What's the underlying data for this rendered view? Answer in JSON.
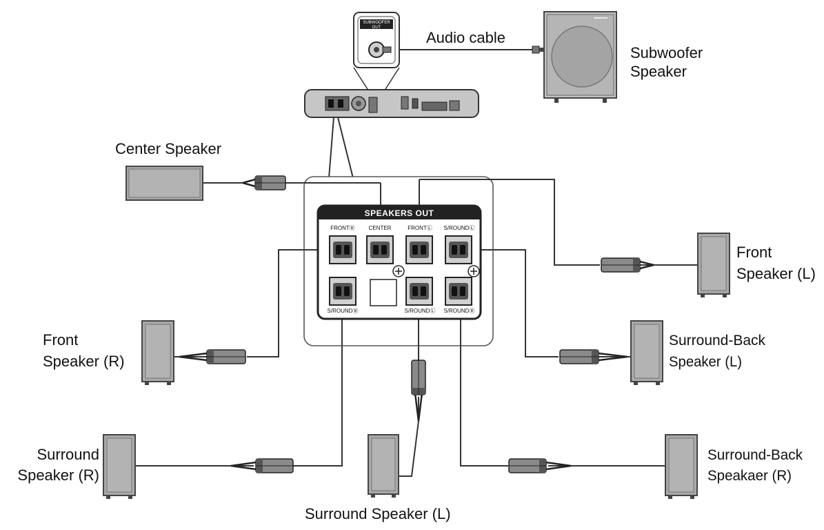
{
  "labels": {
    "audio_cable": "Audio cable",
    "subwoofer_line1": "Subwoofer",
    "subwoofer_line2": "Speaker",
    "center": "Center Speaker",
    "front_l_line1": "Front",
    "front_l_line2": "Speaker (L)",
    "front_r_line1": "Front",
    "front_r_line2": "Speaker (R)",
    "surround_back_l_line1": "Surround-Back",
    "surround_back_l_line2": "Speaker (L)",
    "surround_r_line1": "Surround",
    "surround_r_line2": "Speaker (R)",
    "surround_l": "Surround Speaker (L)",
    "surround_back_r_line1": "Surround-Back",
    "surround_back_r_line2": "Speakaer (R)"
  },
  "panel": {
    "title": "SPEAKERS OUT",
    "front_r": "FRONTⓇ",
    "center": "CENTER",
    "front_l": "FRONTⓁ",
    "surround_back_l": "S/ROUNDⓁ",
    "surround_r": "S/ROUNDⓇ",
    "surround_l": "S/ROUNDⓁ",
    "surround_back_r": "S/ROUNDⓇ"
  },
  "jack_label": {
    "line1": "SUBWOOFER",
    "line2": "OUT"
  },
  "colors": {
    "speaker_fill": "#a9a9a9",
    "speaker_stroke": "#444444",
    "panel_header": "#222222",
    "wire": "#333333"
  }
}
